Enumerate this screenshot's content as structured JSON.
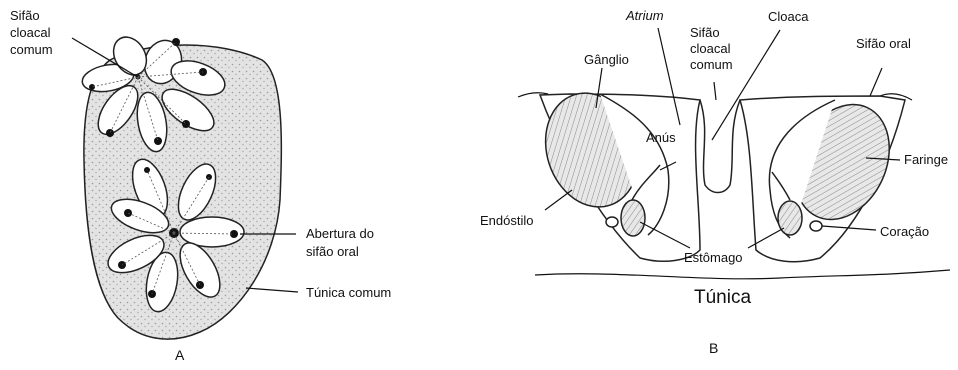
{
  "figure": {
    "panel_a": {
      "caption": "A",
      "labels": {
        "sifao_cloacal_comum": [
          "Sifão",
          "cloacal",
          "comum"
        ],
        "abertura_sifao_oral": [
          "Abertura do",
          "sifão oral"
        ],
        "tunica_comum": "Túnica comum"
      }
    },
    "panel_b": {
      "caption": "B",
      "labels": {
        "atrium": "Atrium",
        "sifao_cloacal_comum": [
          "Sifão",
          "cloacal",
          "comum"
        ],
        "cloaca": "Cloaca",
        "ganglio": "Gânglio",
        "sifao_oral": "Sifão oral",
        "anus": "Anús",
        "faringe": "Faringe",
        "endostilo": "Endóstilo",
        "estomago": "Estômago",
        "coracao": "Coração",
        "tunica": "Túnica"
      }
    },
    "colors": {
      "ink": "#111111",
      "tissue": "#d8d8d8",
      "background": "#ffffff"
    }
  }
}
